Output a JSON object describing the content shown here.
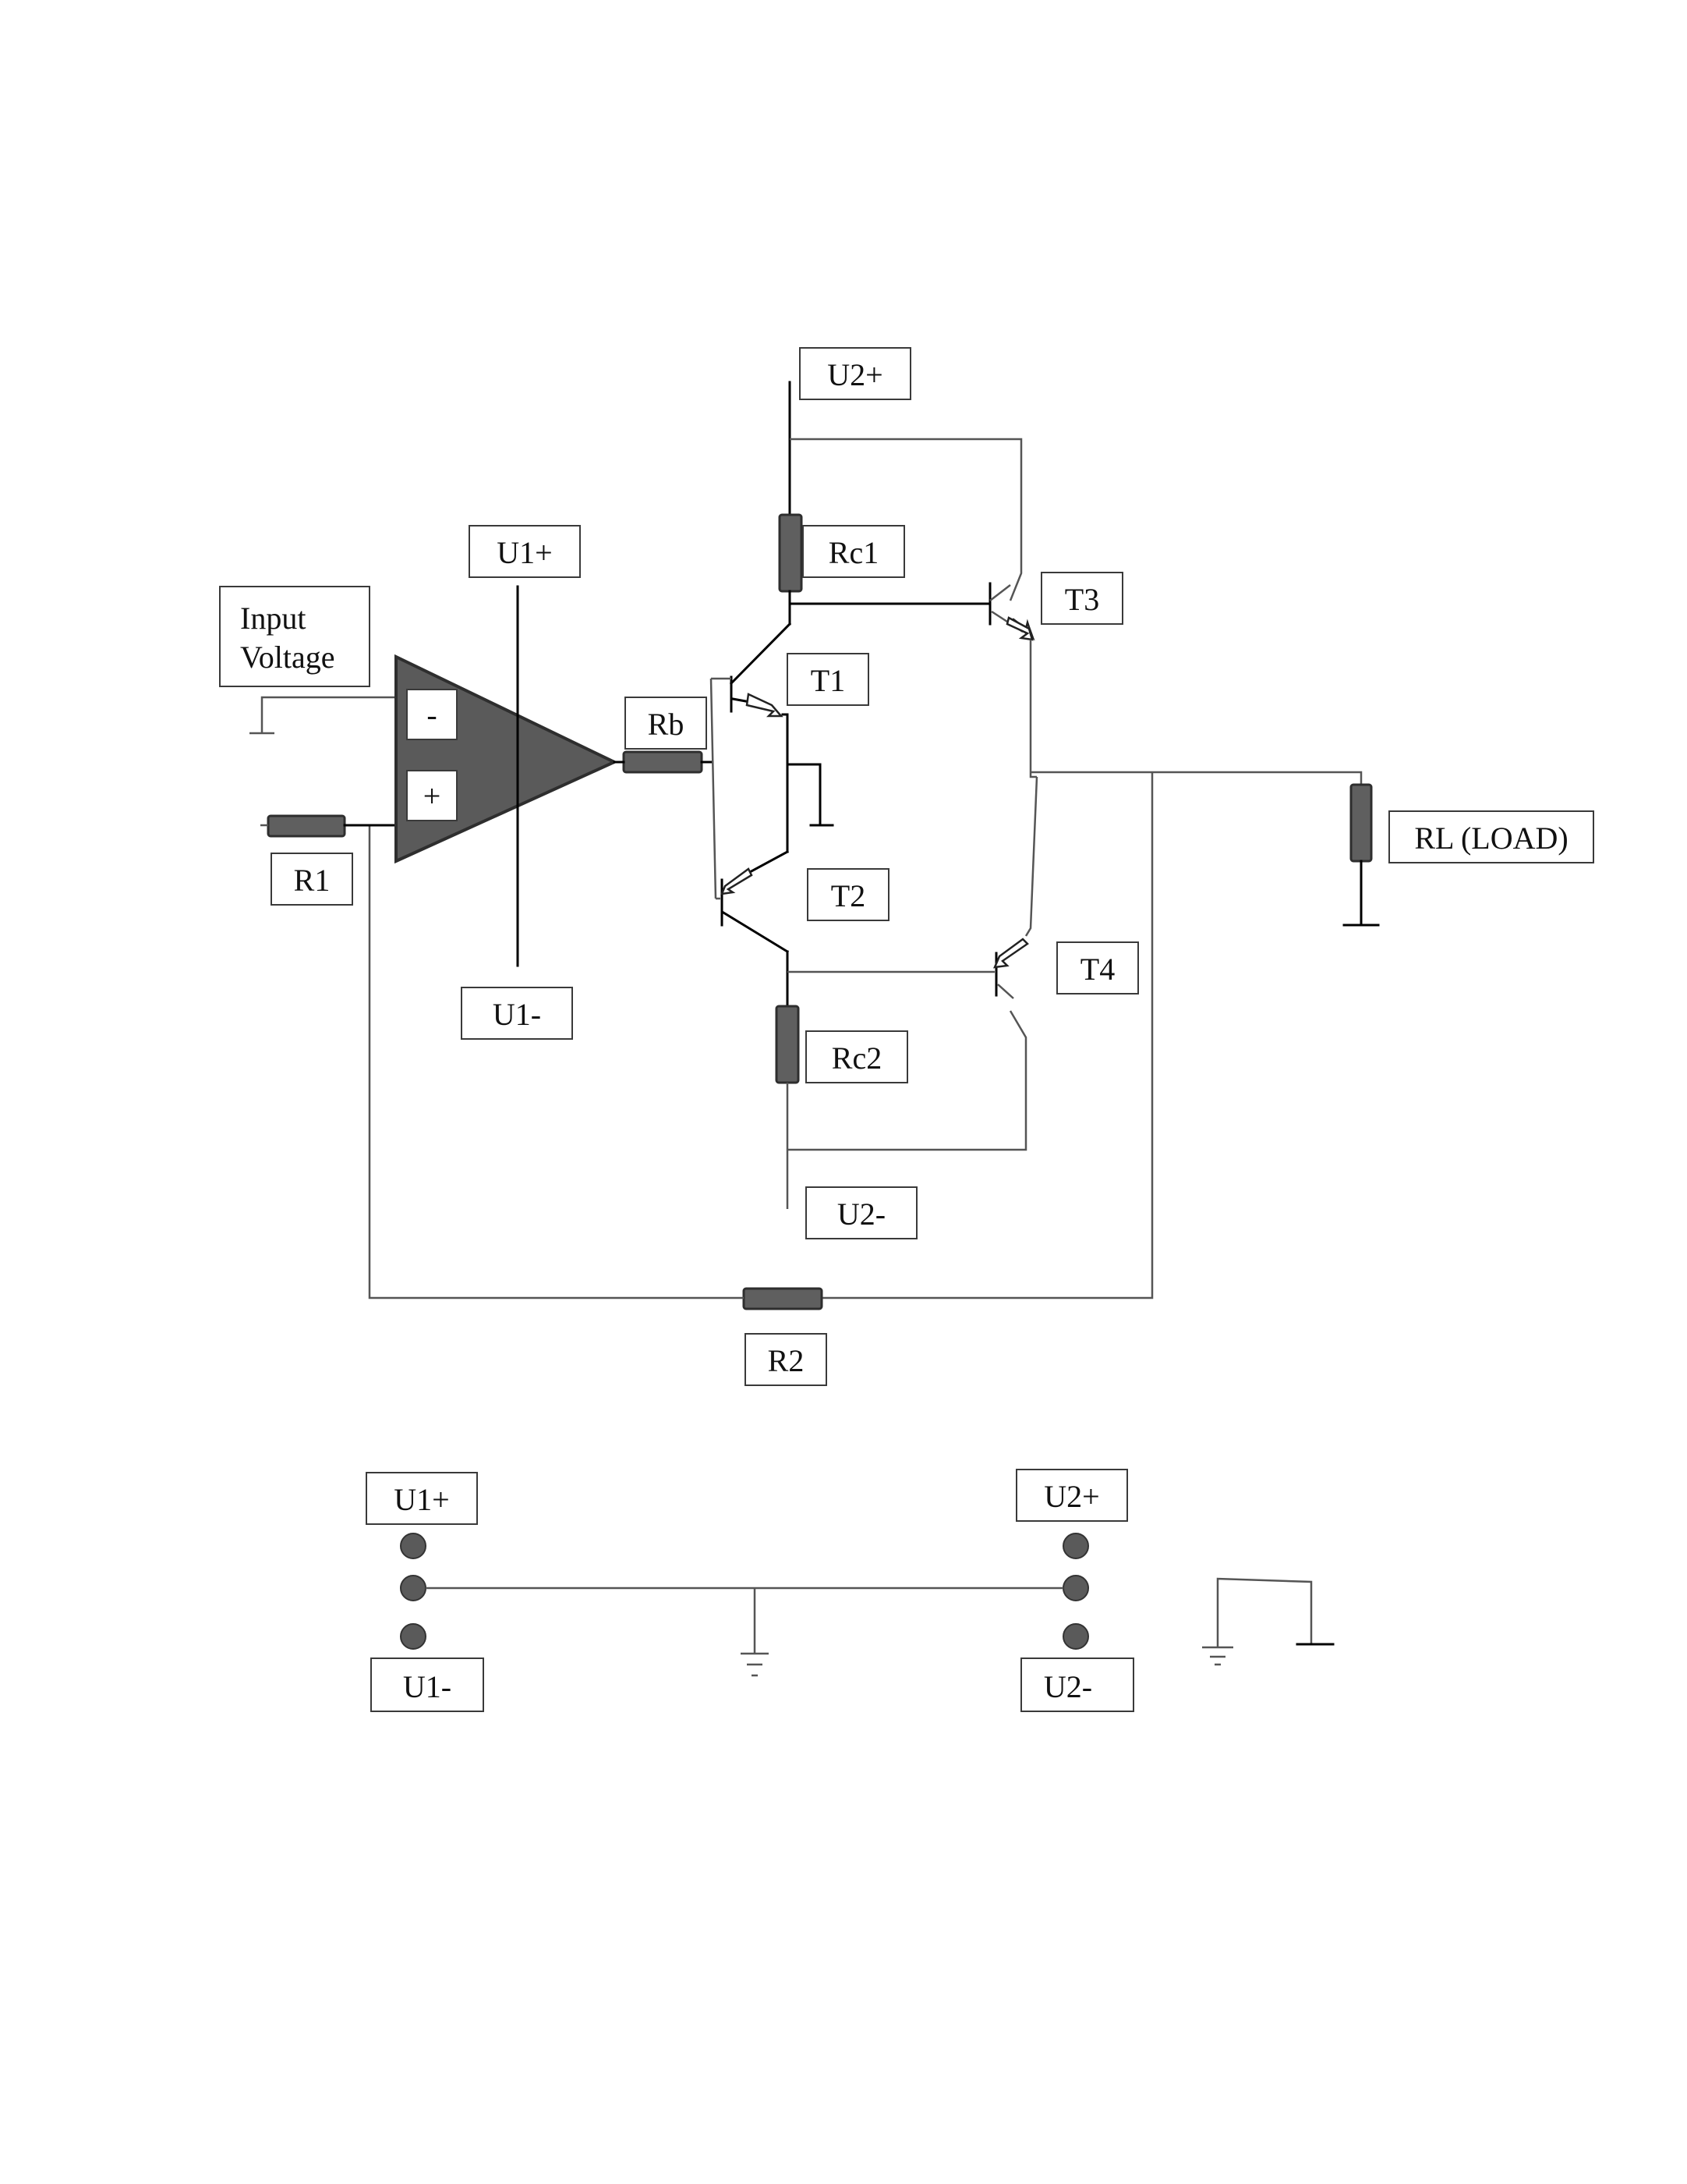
{
  "labels": {
    "u2_plus_top": "U2+",
    "rc1": "Rc1",
    "u1_plus_top": "U1+",
    "input_voltage_line1": "Input",
    "input_voltage_line2": "Voltage",
    "t3": "T3",
    "t1": "T1",
    "rb": "Rb",
    "opamp_minus": "-",
    "opamp_plus": "+",
    "r1": "R1",
    "rl_load": "RL (LOAD)",
    "t2": "T2",
    "t4": "T4",
    "u1_minus_top": "U1-",
    "rc2": "Rc2",
    "u2_minus_top": "U2-",
    "r2": "R2",
    "u1_plus_bottom": "U1+",
    "u2_plus_bottom": "U2+",
    "u1_minus_bottom": "U1-",
    "u2_minus_bottom": "U2-"
  }
}
